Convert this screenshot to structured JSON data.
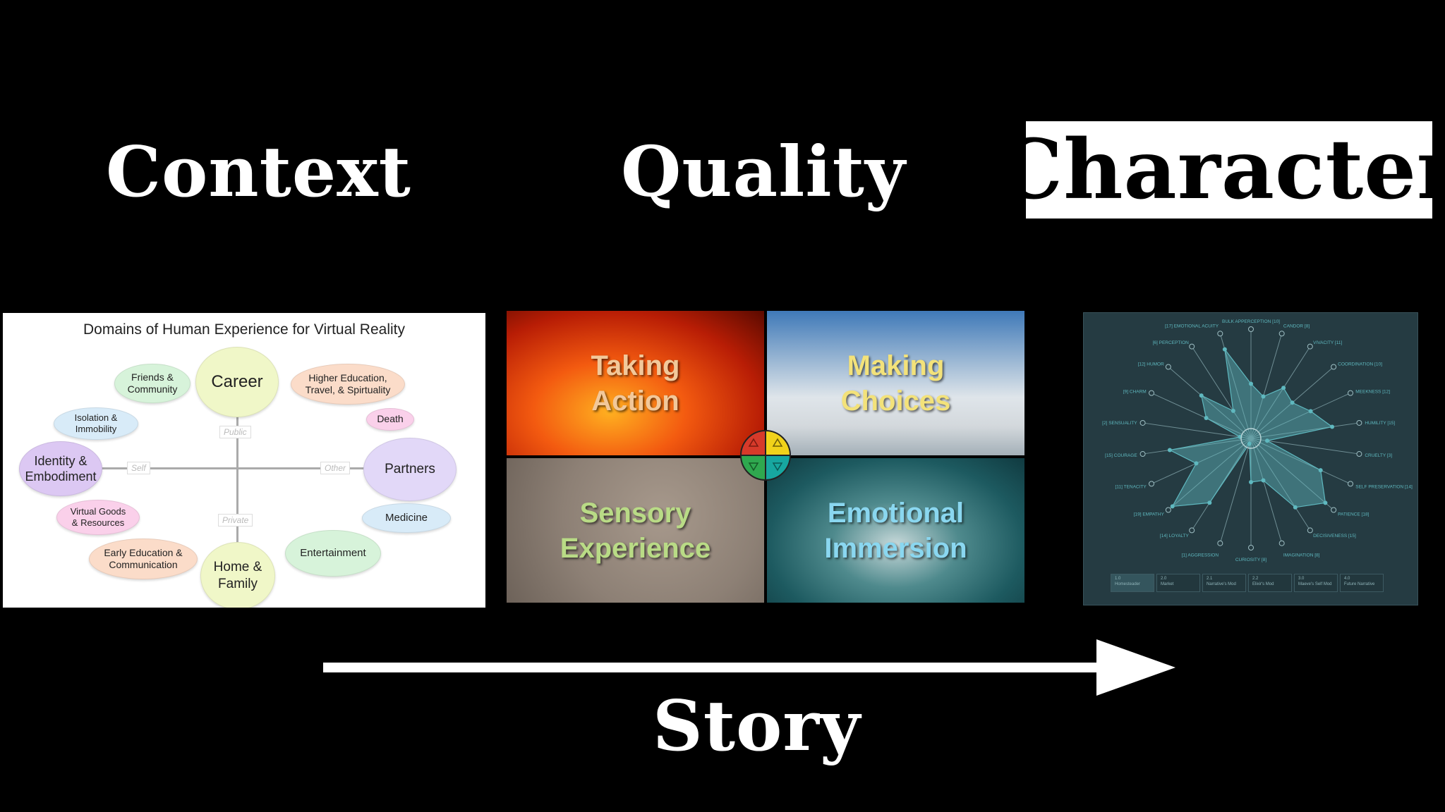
{
  "headings": {
    "context": "Context",
    "quality": "Quality",
    "character": "Character",
    "story": "Story"
  },
  "context_panel": {
    "title": "Domains of Human Experience for Virtual Reality",
    "axis_labels": {
      "public": "Public",
      "private": "Private",
      "self": "Self",
      "other": "Other"
    },
    "nodes": {
      "career": "Career",
      "friends": "Friends & Community",
      "higher_ed": "Higher Education, Travel, & Spirtuality",
      "isolation": "Isolation & Immobility",
      "death": "Death",
      "identity": "Identity & Embodiment",
      "partners": "Partners",
      "virtual_goods": "Virtual Goods & Resources",
      "medicine": "Medicine",
      "early_ed": "Early Education & Communication",
      "entertainment": "Entertainment",
      "home_family": "Home & Family"
    }
  },
  "quality_panel": {
    "quadrants": {
      "taking_action": "Taking Action",
      "making_choices": "Making Choices",
      "sensory_experience": "Sensory Experience",
      "emotional_immersion": "Emotional Immersion"
    },
    "center_colors": {
      "red": "#d73a2a",
      "yellow": "#f1d21a",
      "green": "#2fa84f",
      "teal": "#17a7a0"
    }
  },
  "character_panel": {
    "accent": "#5fb8bf",
    "chart_data": {
      "type": "radar",
      "axes": [
        "BULK APPERCEPTION [10]",
        "CANDOR [8]",
        "VIVACITY [11]",
        "COORDINATION [10]",
        "MEEKNESS [12]",
        "HUMILITY [15]",
        "CRUELTY [3]",
        "SELF PRESERVATION [14]",
        "PATIENCE [18]",
        "DECISIVENESS [15]",
        "IMAGINATION [8]",
        "CURIOSITY [8]",
        "[1] AGGRESSION",
        "[14] LOYALTY",
        "[19] EMPATHY",
        "[11] TENACITY",
        "[15] COURAGE",
        "[2] SENSUALITY",
        "[9] CHARM",
        "[12] HUMOR",
        "[6] PERCEPTION",
        "[17] EMOTIONAL ACUITY"
      ],
      "values": [
        10,
        8,
        11,
        10,
        12,
        15,
        3,
        14,
        18,
        15,
        8,
        8,
        1,
        14,
        19,
        11,
        15,
        2,
        9,
        12,
        6,
        17
      ],
      "rlim": [
        0,
        20
      ]
    },
    "tabs": [
      {
        "num": "1.0",
        "label": "Homesteader"
      },
      {
        "num": "2.0",
        "label": "Market"
      },
      {
        "num": "2.1",
        "label": "Narrative's Mod"
      },
      {
        "num": "2.2",
        "label": "Elixir's Mod"
      },
      {
        "num": "3.0",
        "label": "Maeve's Self Mod"
      },
      {
        "num": "4.0",
        "label": "Future Narrative"
      }
    ]
  }
}
